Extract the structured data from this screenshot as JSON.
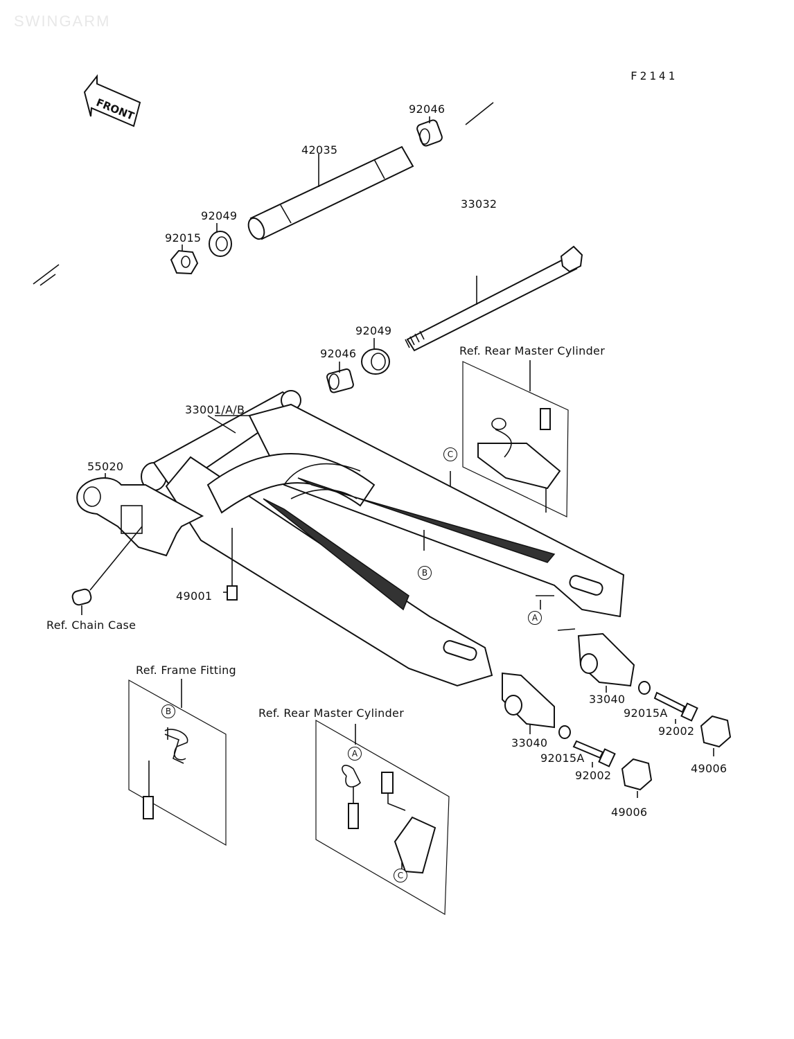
{
  "header": {
    "watermark": "SWINGARM",
    "figure_code": "F2141",
    "front_label": "FRONT"
  },
  "parts": {
    "p92046_top": "92046",
    "p42035": "42035",
    "p92049_top": "92049",
    "p92015": "92015",
    "p33032": "33032",
    "p92049_mid": "92049",
    "p92046_mid": "92046",
    "p33001": "33001/A/B",
    "p55020": "55020",
    "p49001": "49001",
    "p33040_r": "33040",
    "p92015A_r": "92015A",
    "p92002_r": "92002",
    "p49006_r": "49006",
    "p33040_l": "33040",
    "p92015A_l": "92015A",
    "p92002_l": "92002",
    "p49006_l": "49006"
  },
  "refs": {
    "rear_master_cylinder_top": "Ref. Rear Master Cylinder",
    "chain_case": "Ref. Chain Case",
    "frame_fitting": "Ref. Frame Fitting",
    "rear_master_cylinder_bottom": "Ref. Rear Master Cylinder"
  },
  "markers": {
    "a": "A",
    "b": "B",
    "c": "C"
  }
}
